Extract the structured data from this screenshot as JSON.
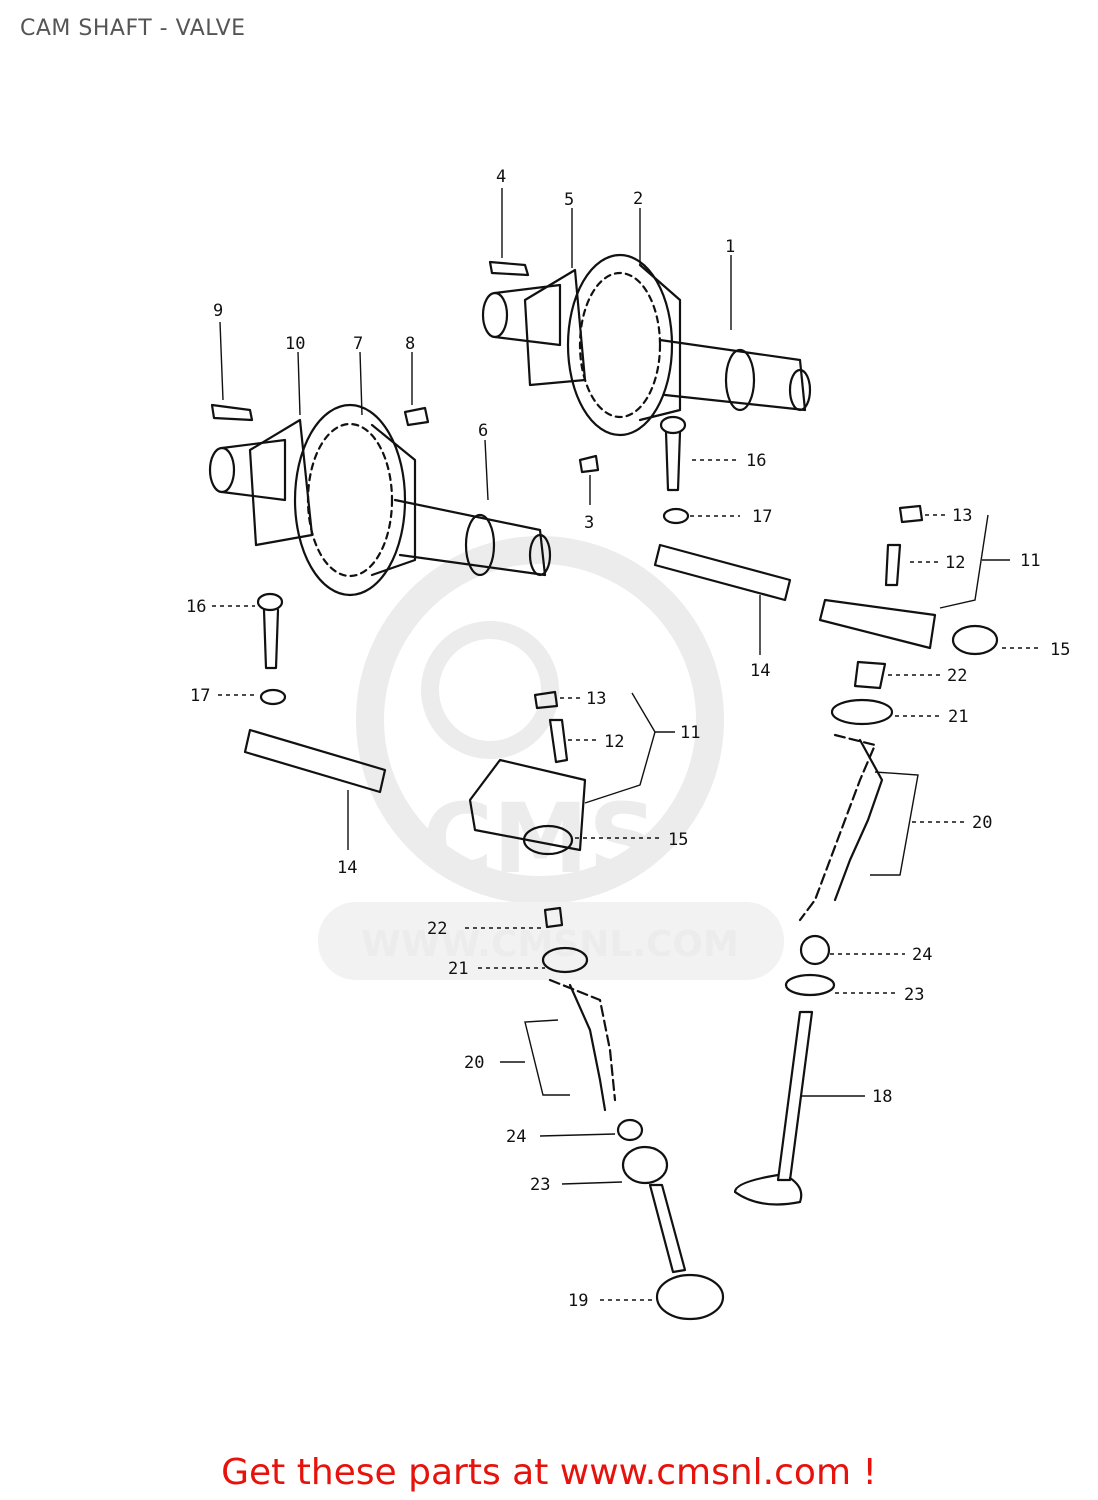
{
  "page": {
    "title": "CAM SHAFT - VALVE",
    "footer": "Get these parts at www.cmsnl.com !"
  },
  "watermark": {
    "logo_text": "CMS",
    "url_text": "WWW.CMSNL.COM"
  },
  "callouts": {
    "c1": "1",
    "c2": "2",
    "c3": "3",
    "c4": "4",
    "c5": "5",
    "c6": "6",
    "c7": "7",
    "c8": "8",
    "c9": "9",
    "c10": "10",
    "c11a": "11",
    "c11b": "11",
    "c12a": "12",
    "c12b": "12",
    "c13a": "13",
    "c13b": "13",
    "c14a": "14",
    "c14b": "14",
    "c15a": "15",
    "c15b": "15",
    "c16a": "16",
    "c16b": "16",
    "c17a": "17",
    "c17b": "17",
    "c18": "18",
    "c19": "19",
    "c20a": "20",
    "c20b": "20",
    "c21a": "21",
    "c21b": "21",
    "c22a": "22",
    "c22b": "22",
    "c23a": "23",
    "c23b": "23",
    "c24a": "24",
    "c24b": "24"
  },
  "colors": {
    "footer": "#e8120c",
    "title": "#555555",
    "watermark": "#ececec"
  }
}
